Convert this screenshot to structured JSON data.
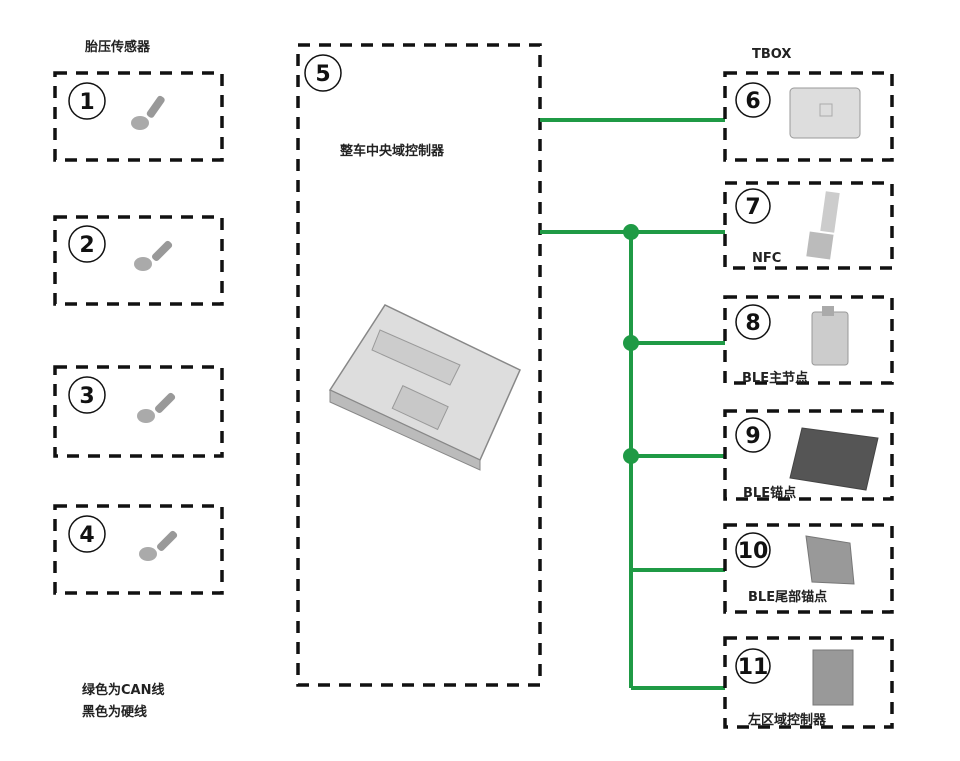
{
  "colors": {
    "can_line": "#1f9a45",
    "hardwire": "#111111",
    "box_border": "#111111"
  },
  "tpms_title": "胎压传感器",
  "tpms_sensors": [
    {
      "number": "1",
      "icon": "tire-pressure-sensor-icon"
    },
    {
      "number": "2",
      "icon": "tire-pressure-sensor-icon"
    },
    {
      "number": "3",
      "icon": "tire-pressure-sensor-icon"
    },
    {
      "number": "4",
      "icon": "tire-pressure-sensor-icon"
    }
  ],
  "central": {
    "number": "5",
    "label": "整车中央域控制器",
    "icon": "ecu-module-icon"
  },
  "right_nodes": [
    {
      "number": "6",
      "label": "TBOX"
    },
    {
      "number": "7",
      "label": "NFC"
    },
    {
      "number": "8",
      "label": "BLE主节点"
    },
    {
      "number": "9",
      "label": "BLE锚点"
    },
    {
      "number": "10",
      "label": "BLE尾部锚点"
    },
    {
      "number": "11",
      "label": "左区域控制器"
    }
  ],
  "legend": {
    "green": "绿色为CAN线",
    "black": "黑色为硬线"
  }
}
